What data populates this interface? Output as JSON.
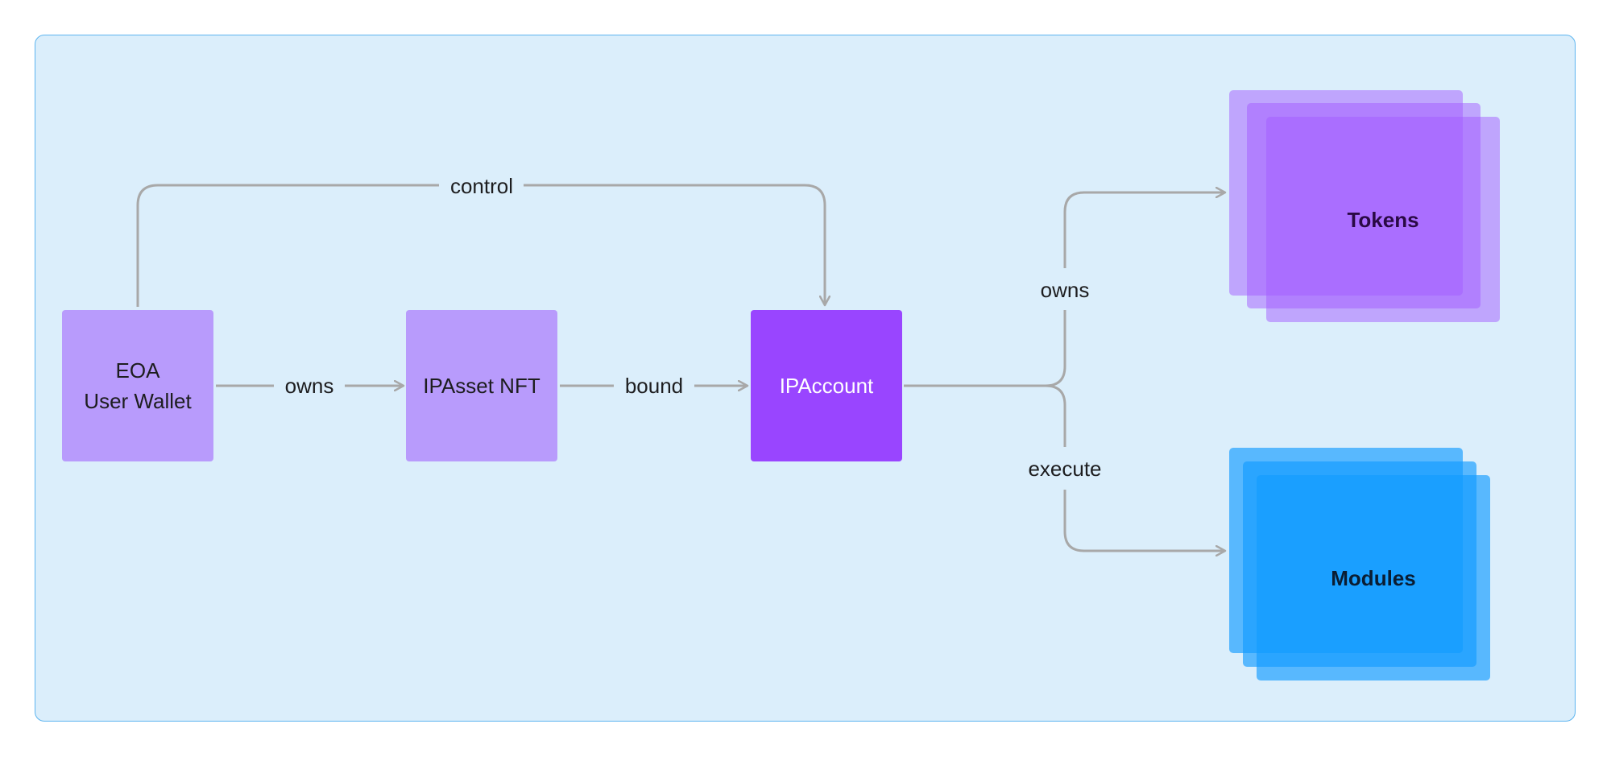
{
  "colors": {
    "panel_bg": "#dbeefb",
    "panel_border": "#5cb4ef",
    "node_light_purple": "#b89bfc",
    "node_purple": "#9945ff",
    "tokens_purple": "#a45bff",
    "modules_blue": "#139bff",
    "edge_gray": "#a8a8a8"
  },
  "nodes": {
    "eoa": {
      "line1": "EOA",
      "line2": "User Wallet"
    },
    "ipasset": {
      "label": "IPAsset NFT"
    },
    "ipaccount": {
      "label": "IPAccount"
    },
    "tokens": {
      "label": "Tokens"
    },
    "modules": {
      "label": "Modules"
    }
  },
  "edges": {
    "control": "control",
    "owns_nft": "owns",
    "bound": "bound",
    "owns_tokens": "owns",
    "execute": "execute"
  }
}
